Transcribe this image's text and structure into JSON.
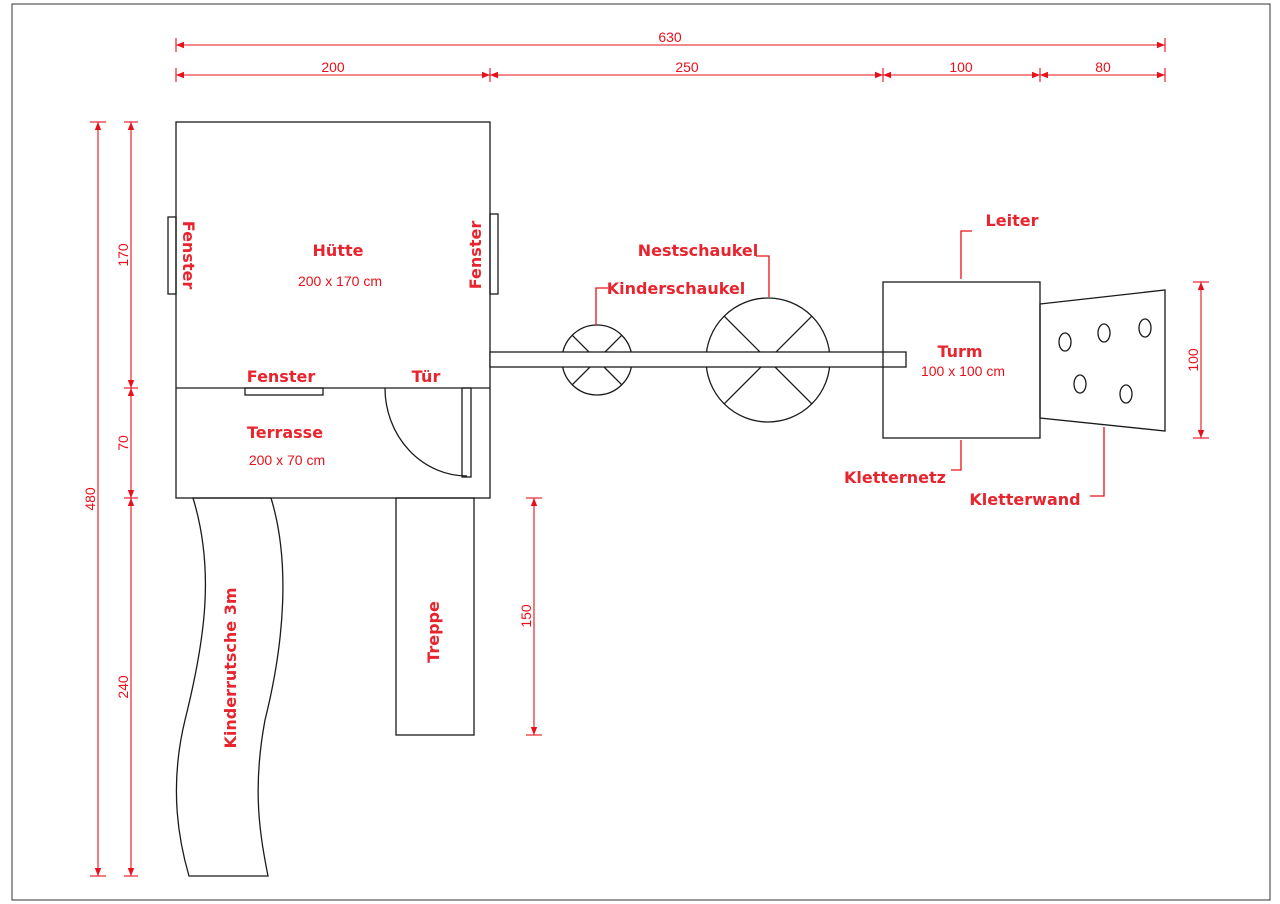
{
  "dimensions": {
    "total_width": "630",
    "hut_width": "200",
    "swing_span": "250",
    "tower_width": "100",
    "climbing_wall_width": "80",
    "total_depth": "480",
    "hut_depth": "170",
    "terrace_depth": "70",
    "slide_length": "240",
    "stairs_length": "150",
    "tower_depth": "100"
  },
  "labels": {
    "hut": "Hütte",
    "hut_size": "200 x 170 cm",
    "window_left": "Fenster",
    "window_right": "Fenster",
    "window_front": "Fenster",
    "door": "Tür",
    "terrace": "Terrasse",
    "terrace_size": "200 x 70 cm",
    "slide": "Kinderrutsche 3m",
    "stairs": "Treppe",
    "child_swing": "Kinderschaukel",
    "nest_swing": "Nestschaukel",
    "tower": "Turm",
    "tower_size": "100 x 100 cm",
    "ladder": "Leiter",
    "climbing_net": "Kletternetz",
    "climbing_wall": "Kletterwand"
  },
  "colors": {
    "annotation": "#e8101a",
    "line": "#1a1a1a"
  }
}
